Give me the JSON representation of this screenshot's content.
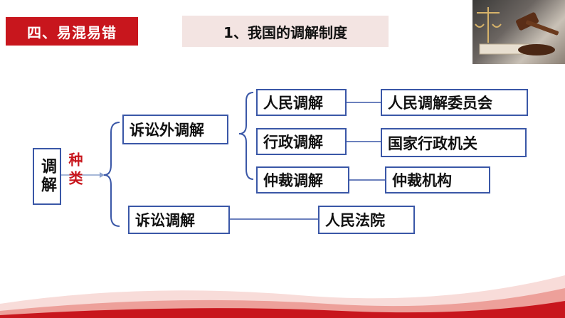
{
  "header": {
    "section_label": "四、易混易错",
    "topic_title": "1、我国的调解制度"
  },
  "diagram": {
    "root": "调解",
    "kind_label": "种类",
    "out_of_court": "诉讼外调解",
    "in_court": "诉讼调解",
    "types": [
      {
        "name": "人民调解",
        "organ": "人民调解委员会"
      },
      {
        "name": "行政调解",
        "organ": "国家行政机关"
      },
      {
        "name": "仲裁调解",
        "organ": "仲裁机构"
      }
    ],
    "court_organ": "人民法院"
  },
  "colors": {
    "accent_red": "#c8161d",
    "box_border": "#3a57a7",
    "title_bg": "#f3e4e2"
  },
  "icons": {
    "photo": "gavel-and-scales-photo"
  }
}
